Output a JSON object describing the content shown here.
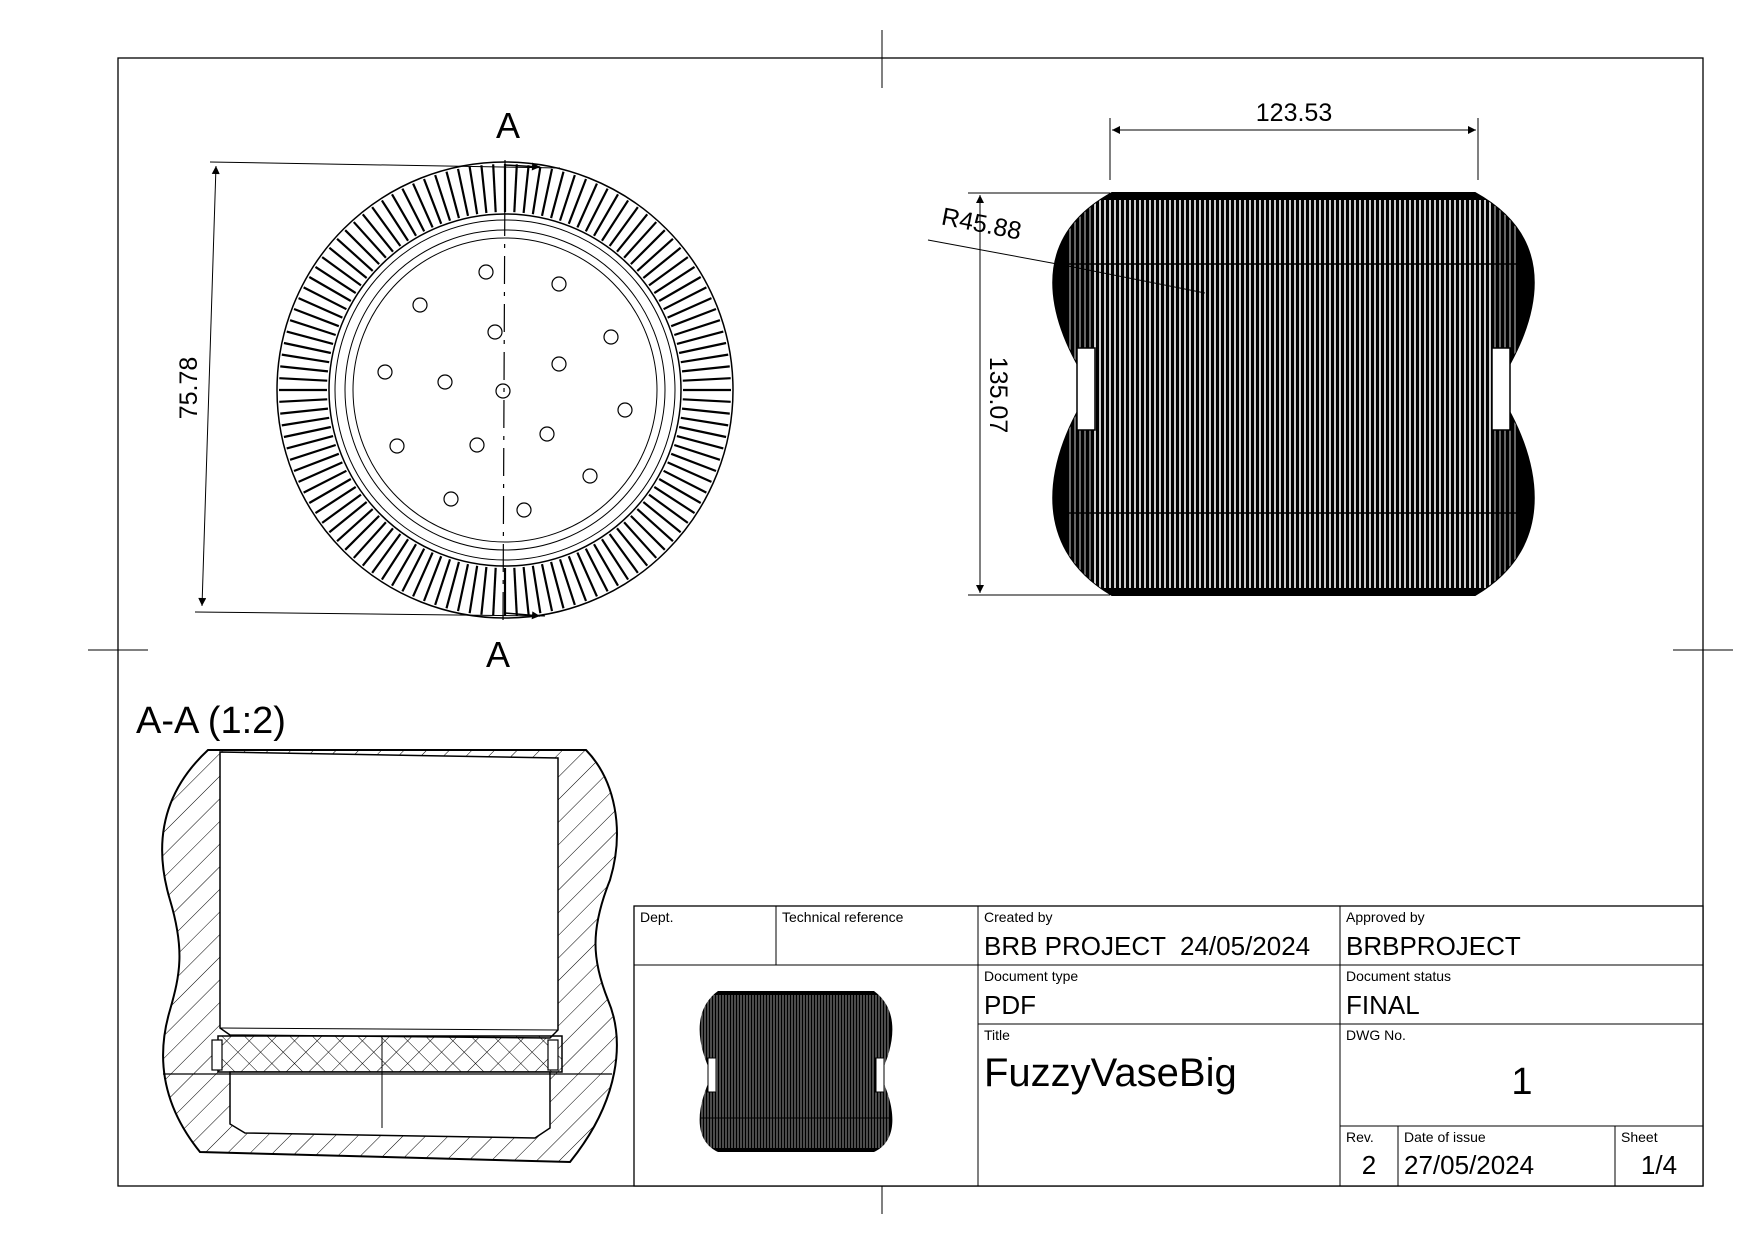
{
  "top_view": {
    "section_mark_top": "A",
    "section_mark_bottom": "A",
    "dim_diameter": "75.78"
  },
  "side_view": {
    "dim_width": "123.53",
    "dim_height": "135.07",
    "dim_radius": "R45.88"
  },
  "section_view": {
    "title": "A-A (1:2)"
  },
  "title_block": {
    "dept_label": "Dept.",
    "dept_value": "",
    "tech_ref_label": "Technical reference",
    "tech_ref_value": "",
    "created_by_label": "Created by",
    "created_by_value": "BRB PROJECT  24/05/2024",
    "approved_by_label": "Approved by",
    "approved_by_value": "BRBPROJECT",
    "doc_type_label": "Document type",
    "doc_type_value": "PDF",
    "doc_status_label": "Document status",
    "doc_status_value": "FINAL",
    "title_label": "Title",
    "title_value": "FuzzyVaseBig",
    "dwg_no_label": "DWG No.",
    "dwg_no_value": "1",
    "rev_label": "Rev.",
    "rev_value": "2",
    "date_label": "Date of issue",
    "date_value": "27/05/2024",
    "sheet_label": "Sheet",
    "sheet_value": "1/4"
  }
}
